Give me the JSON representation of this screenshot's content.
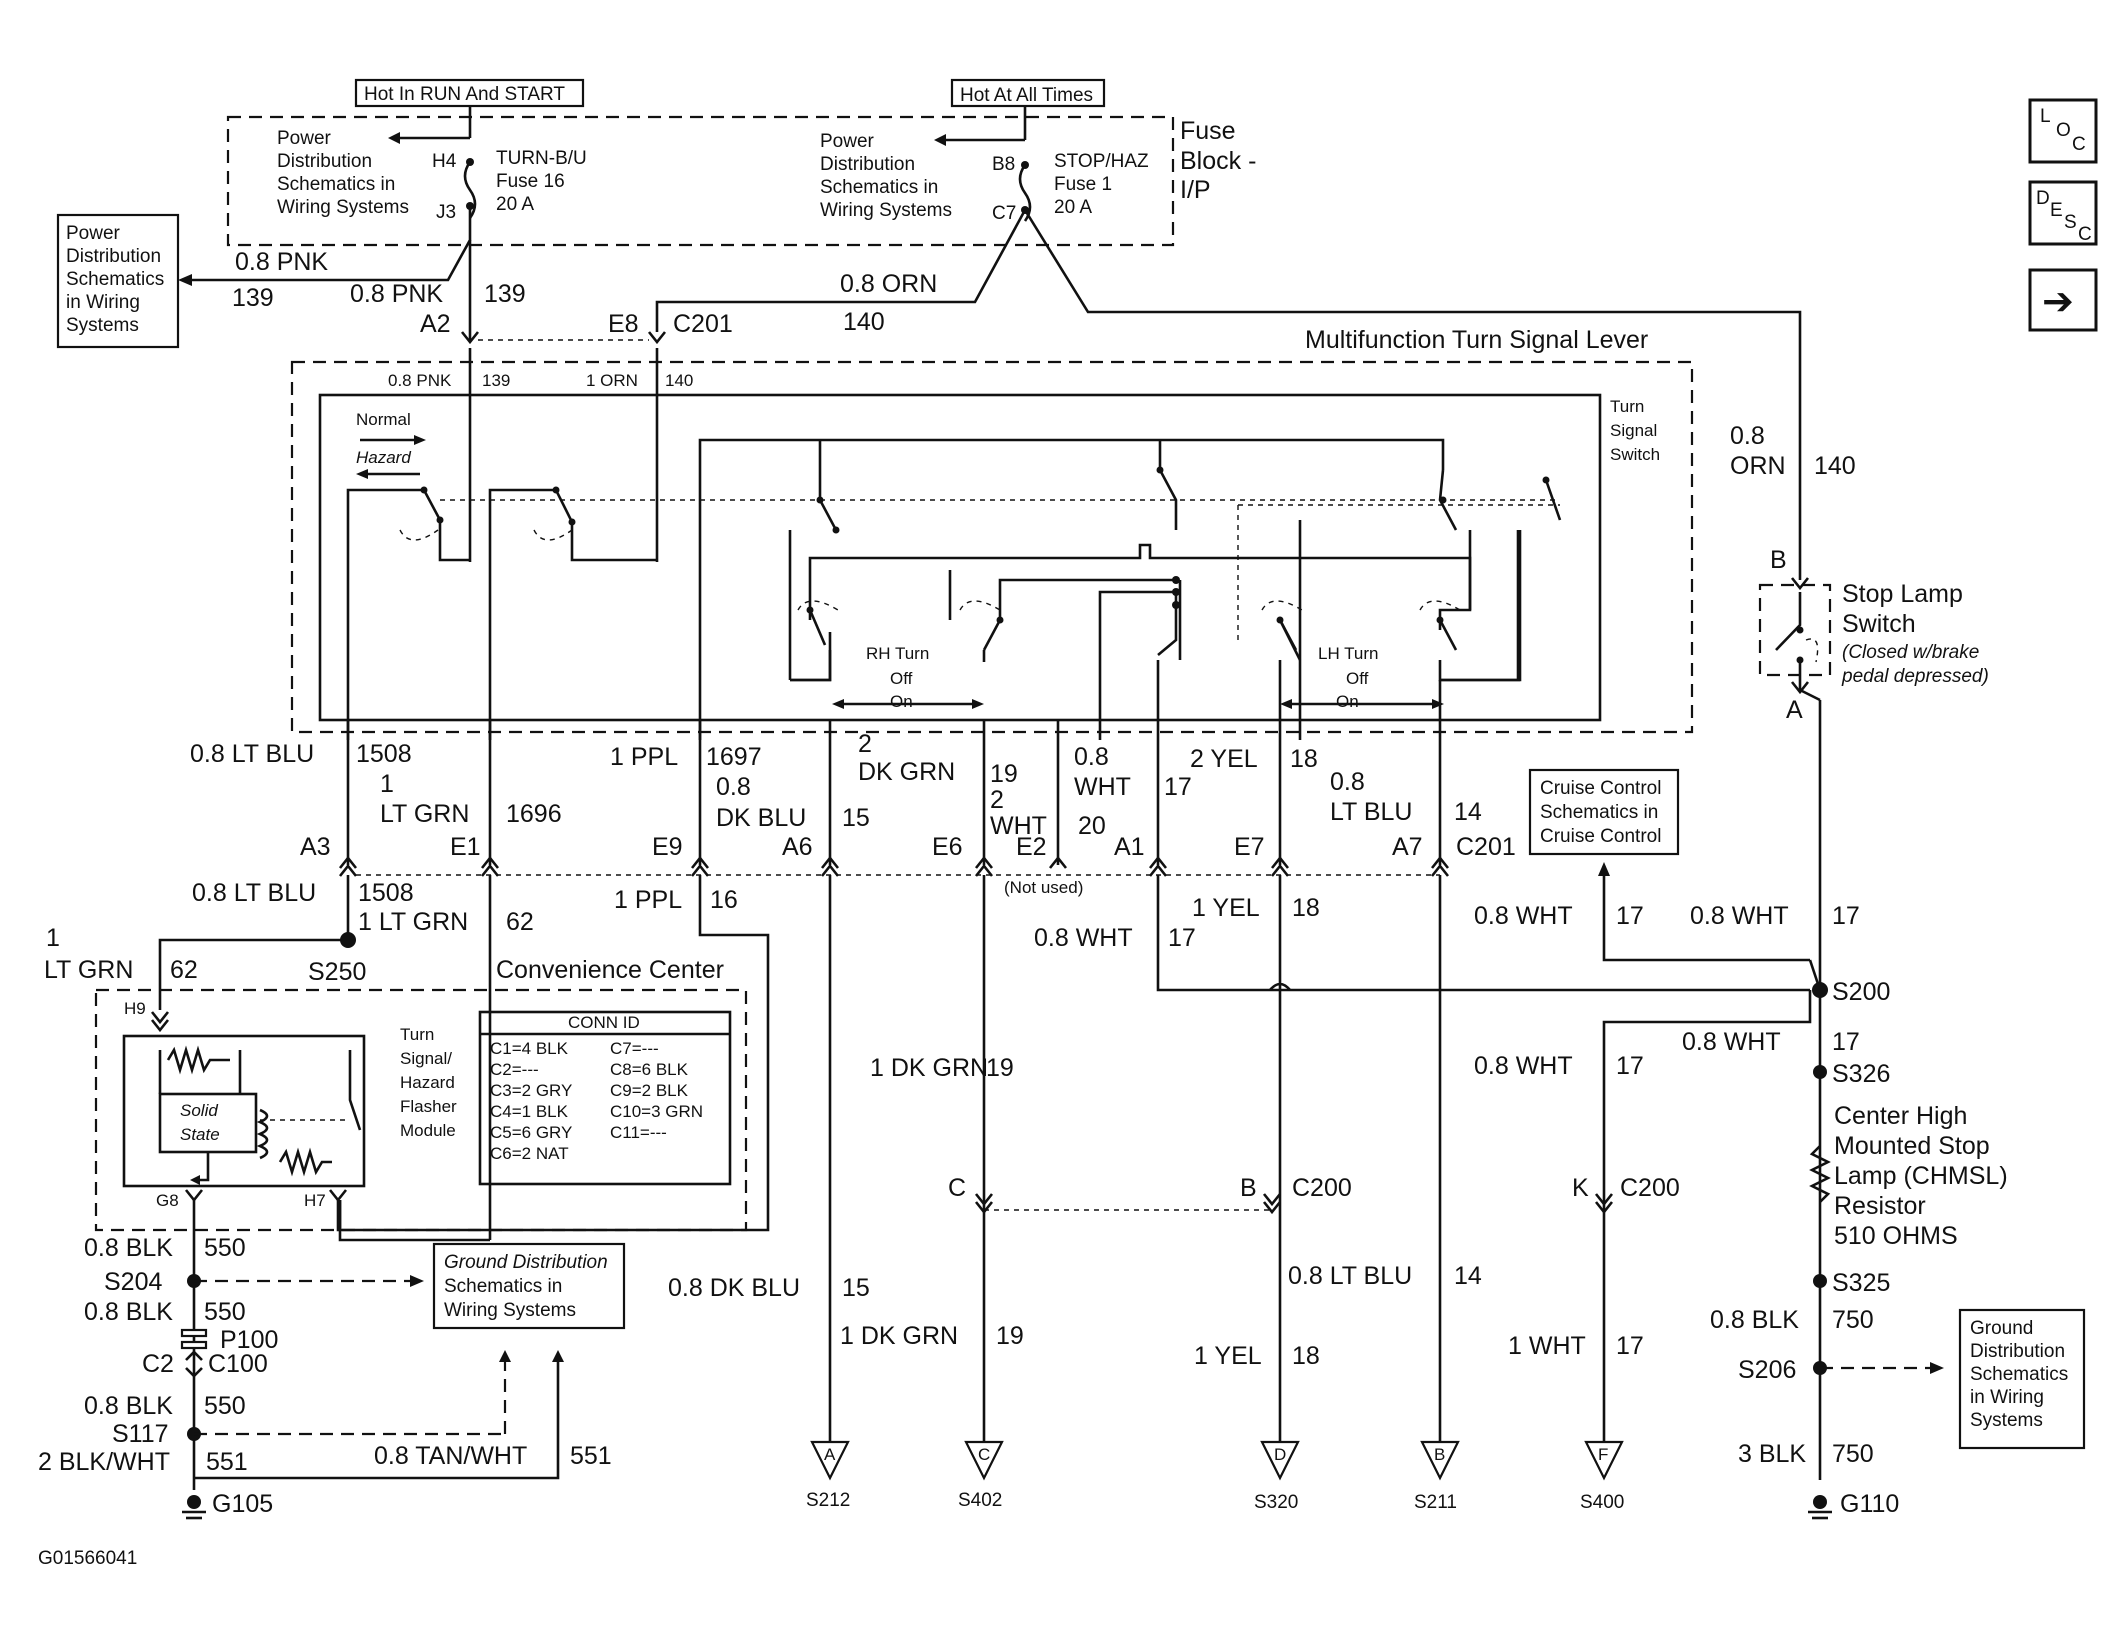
{
  "labels": {
    "hot_run_start": "Hot In RUN And START",
    "hot_all_times": "Hot At All Times",
    "fuse_block_1": "Fuse",
    "fuse_block_2": "Block -",
    "fuse_block_3": "I/P",
    "pd_left_1": "Power",
    "pd_left_2": "Distribution",
    "pd_left_3": "Schematics in",
    "pd_left_4": "Wiring Systems",
    "pd_right_1": "Power",
    "pd_right_2": "Distribution",
    "pd_right_3": "Schematics in",
    "pd_right_4": "Wiring Systems",
    "pd_box_1": "Power",
    "pd_box_2": "Distribution",
    "pd_box_3": "Schematics",
    "pd_box_4": "in Wiring",
    "pd_box_5": "Systems",
    "fuse16_1": "TURN-B/U",
    "fuse16_2": "Fuse 16",
    "fuse16_3": "20 A",
    "fuse1_1": "STOP/HAZ",
    "fuse1_2": "Fuse 1",
    "fuse1_3": "20 A",
    "pin_h4": "H4",
    "pin_j3": "J3",
    "pin_b8": "B8",
    "pin_c7": "C7",
    "w_08pnk_a": "0.8 PNK",
    "c_139_a": "139",
    "w_08pnk_b": "0.8 PNK",
    "c_139_b": "139",
    "w_08orn_a": "0.8 ORN",
    "c_140_a": "140",
    "conn_a2": "A2",
    "conn_e8": "E8",
    "conn_c201_top": "C201",
    "mts_title": "Multifunction Turn Signal Lever",
    "in_08pnk": "0.8 PNK",
    "in_139": "139",
    "in_1orn": "1 ORN",
    "in_140": "140",
    "normal": "Normal",
    "hazard": "Hazard",
    "tss_1": "Turn",
    "tss_2": "Signal",
    "tss_3": "Switch",
    "rh_turn": "RH Turn",
    "rh_off": "Off",
    "rh_on": "On",
    "lh_turn": "LH Turn",
    "lh_off": "Off",
    "lh_on": "On",
    "r_08orn_1": "0.8",
    "r_08orn_2": "ORN",
    "r_140": "140",
    "sl_b": "B",
    "sl_a": "A",
    "sl_1": "Stop Lamp",
    "sl_2": "Switch",
    "sl_3": "(Closed w/brake",
    "sl_4": "pedal depressed)",
    "w_08ltblu_1508": "0.8 LT BLU",
    "c_1508": "1508",
    "w_1": "1",
    "w_ltgrn": "LT GRN",
    "c_1696": "1696",
    "w_1ppl": "1 PPL",
    "c_1697": "1697",
    "w_08_a": "0.8",
    "w_dkblu": "DK BLU",
    "c_15_a": "15",
    "w_2_a": "2",
    "w_dkgrn": "DK GRN",
    "c_19_a": "19",
    "w_2_b": "2",
    "w_wht": "WHT",
    "c_20": "20",
    "w_08_b": "0.8",
    "w_wht_b": "WHT",
    "c_17_a": "17",
    "w_2yel": "2 YEL",
    "c_18_a": "18",
    "w_08_c": "0.8",
    "w_ltblu_c": "LT BLU",
    "c_14_a": "14",
    "p_a3": "A3",
    "p_e1": "E1",
    "p_e9": "E9",
    "p_a6": "A6",
    "p_e6": "E6",
    "p_e2": "E2",
    "p_a1": "A1",
    "p_e7": "E7",
    "p_a7": "A7",
    "p_c201": "C201",
    "not_used": "(Not used)",
    "cc_1": "Cruise Control",
    "cc_2": "Schematics in",
    "cc_3": "Cruise Control",
    "b_08ltblu": "0.8 LT BLU",
    "b_1508": "1508",
    "b_1ltgrn": "1 LT GRN",
    "b_62": "62",
    "b_1ppl": "1 PPL",
    "b_16": "16",
    "b_1yel": "1 YEL",
    "b_18": "18",
    "b_08wht_a": "0.8 WHT",
    "b_17_a": "17",
    "b_08wht_cc": "0.8 WHT",
    "b_17_cc": "17",
    "b_08wht_r": "0.8 WHT",
    "b_17_r": "17",
    "l_1": "1",
    "l_ltgrn": "LT GRN",
    "l_62": "62",
    "s250": "S250",
    "conv_center": "Convenience Center",
    "h9": "H9",
    "g8": "G8",
    "h7": "H7",
    "solid_1": "Solid",
    "solid_2": "State",
    "fm_1": "Turn",
    "fm_2": "Signal/",
    "fm_3": "Hazard",
    "fm_4": "Flasher",
    "fm_5": "Module",
    "conn_id": "CONN ID",
    "c1": "C1=4 BLK",
    "c2": "C2=---",
    "c3": "C3=2 GRY",
    "c4": "C4=1 BLK",
    "c5": "C5=6 GRY",
    "c6": "C6=2 NAT",
    "c7": "C7=---",
    "c8": "C8=6 BLK",
    "c9": "C9=2 BLK",
    "c10": "C10=3 GRN",
    "c11": "C11=---",
    "s200": "S200",
    "m_08wht": "0.8 WHT",
    "m_17": "17",
    "s326": "S326",
    "m_08wht_b": "0.8 WHT",
    "m_17_b": "17",
    "m_1dkgrn": "1 DK GRN",
    "m_19": "19",
    "chmsl_1": "Center High",
    "chmsl_2": "Mounted Stop",
    "chmsl_3": "Lamp (CHMSL)",
    "chmsl_4": "Resistor",
    "chmsl_5": "510 OHMS",
    "c200_c": "C",
    "c200_b": "B",
    "c200_lbl": "C200",
    "c200_k": "K",
    "c200_lbl2": "C200",
    "g_08blk": "0.8 BLK",
    "g_550": "550",
    "s204": "S204",
    "gd_1": "Ground Distribution",
    "gd_2": "Schematics in",
    "gd_3": "Wiring Systems",
    "g_08blk_b": "0.8 BLK",
    "g_550_b": "550",
    "p100": "P100",
    "c2_lbl": "C2",
    "c100": "C100",
    "g_08blk_c": "0.8 BLK",
    "g_550_c": "550",
    "s117": "S117",
    "g_2blkwht": "2 BLK/WHT",
    "g_551": "551",
    "g_08tanwht": "0.8 TAN/WHT",
    "g_551_b": "551",
    "g105": "G105",
    "lo_08dkblu": "0.8 DK BLU",
    "lo_15": "15",
    "lo_1dkgrn": "1 DK GRN",
    "lo_19": "19",
    "lo_08ltblu": "0.8 LT BLU",
    "lo_14": "14",
    "lo_1yel": "1 YEL",
    "lo_18": "18",
    "lo_1wht": "1 WHT",
    "lo_17": "17",
    "r_08blk": "0.8 BLK",
    "r_750": "750",
    "s325": "S325",
    "s206": "S206",
    "gd2_1": "Ground",
    "gd2_2": "Distribution",
    "gd2_3": "Schematics",
    "gd2_4": "in Wiring",
    "gd2_5": "Systems",
    "r_3blk": "3 BLK",
    "r_750_b": "750",
    "g110": "G110",
    "tri_a": "A",
    "tri_c": "C",
    "tri_d": "D",
    "tri_b": "B",
    "tri_f": "F",
    "s212": "S212",
    "s402": "S402",
    "s320": "S320",
    "s211": "S211",
    "s400": "S400",
    "fig_id": "G01566041"
  },
  "nav": {
    "loc_1": "L",
    "loc_2": "O",
    "loc_3": "C",
    "desc_1": "D",
    "desc_2": "E",
    "desc_3": "S",
    "desc_4": "C",
    "next_arrow": "➔"
  }
}
